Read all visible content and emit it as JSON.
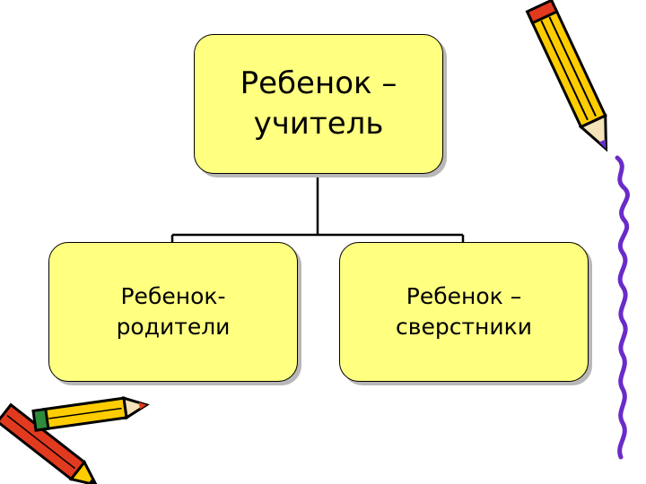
{
  "diagram": {
    "nodes": [
      {
        "id": "top",
        "label": "Ребенок –\nучитель"
      },
      {
        "id": "left",
        "label": "Ребенок-\nродители"
      },
      {
        "id": "right",
        "label": "Ребенок –\nсверстники"
      }
    ],
    "edges": [
      [
        "top",
        "left"
      ],
      [
        "top",
        "right"
      ]
    ]
  },
  "colors": {
    "box_fill": "#ffff80",
    "pencil_yellow": "#ffcc00",
    "pencil_red": "#e23a1e",
    "pencil_green": "#2e8b3a",
    "decorative_squiggle": "#6a2cc8"
  },
  "decor": [
    "pencil-icon",
    "pencil-icon",
    "pencil-icon",
    "squiggle-line"
  ]
}
